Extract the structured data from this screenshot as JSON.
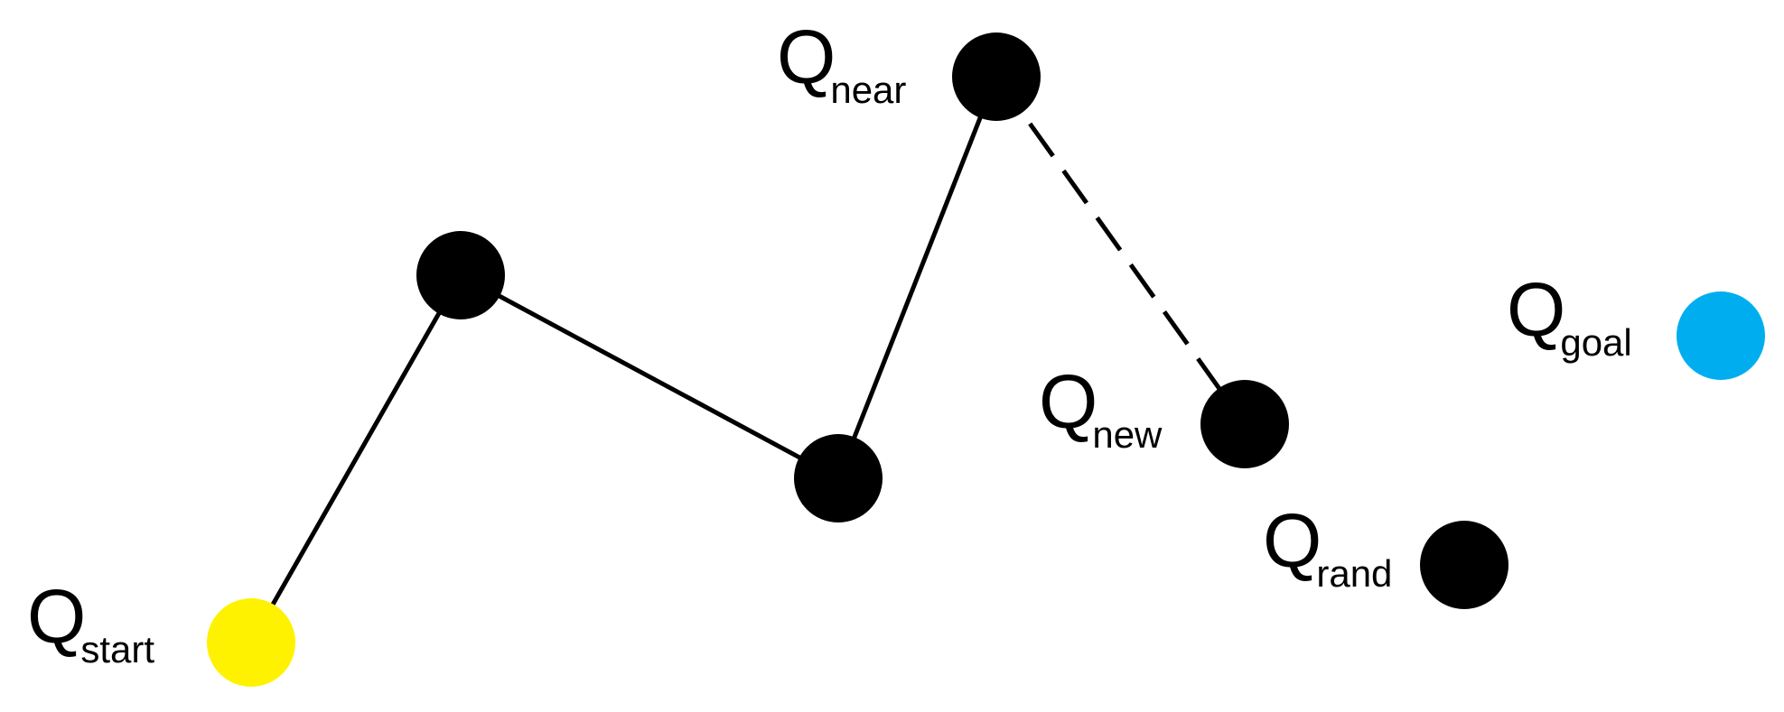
{
  "nodes": {
    "start": {
      "symbol": "Q",
      "subscript": "start",
      "color": "#FFF200"
    },
    "mid1": {
      "color": "#000000"
    },
    "mid2": {
      "color": "#000000"
    },
    "near": {
      "symbol": "Q",
      "subscript": "near",
      "color": "#000000"
    },
    "new": {
      "symbol": "Q",
      "subscript": "new",
      "color": "#000000"
    },
    "rand": {
      "symbol": "Q",
      "subscript": "rand",
      "color": "#000000"
    },
    "goal": {
      "symbol": "Q",
      "subscript": "goal",
      "color": "#00AEEF"
    }
  },
  "edges": [
    {
      "from": "start",
      "to": "mid1",
      "style": "solid"
    },
    {
      "from": "mid1",
      "to": "mid2",
      "style": "solid"
    },
    {
      "from": "mid2",
      "to": "near",
      "style": "solid"
    },
    {
      "from": "near",
      "to": "new",
      "style": "dashed"
    }
  ]
}
